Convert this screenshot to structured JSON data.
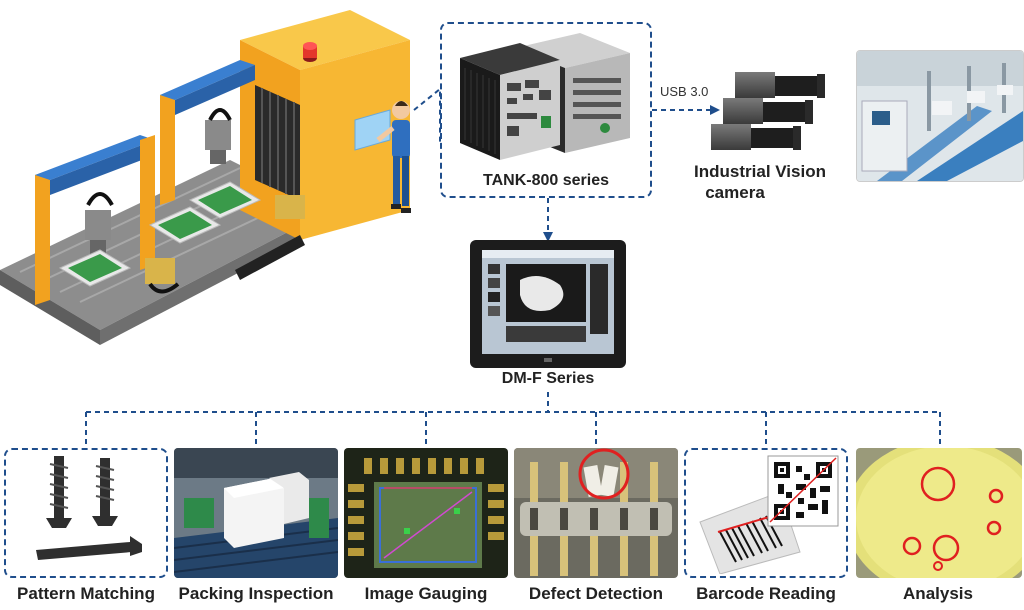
{
  "tank": {
    "label": "TANK-800 series"
  },
  "camera": {
    "label_line1": "Industrial Vision",
    "label_line2": "camera",
    "link_label": "USB 3.0"
  },
  "panel": {
    "label": "DM-F Series"
  },
  "applications": [
    {
      "label": "Pattern Matching",
      "icon": "screws-icon"
    },
    {
      "label": "Packing Inspection",
      "icon": "packing-icon"
    },
    {
      "label": "Image Gauging",
      "icon": "gauging-icon"
    },
    {
      "label": "Defect Detection",
      "icon": "pins-icon"
    },
    {
      "label": "Barcode Reading",
      "icon": "barcode-icon"
    },
    {
      "label": "Analysis",
      "icon": "petri-dish-icon"
    }
  ],
  "colors": {
    "connector": "#1f4e8c",
    "accent_orange": "#f5a623",
    "accent_blue": "#3a7fd0",
    "highlight_red": "#e02020"
  }
}
